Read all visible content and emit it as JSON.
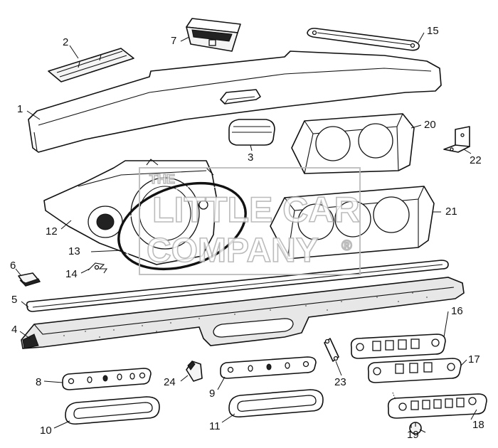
{
  "diagram": {
    "watermark": {
      "line1": "THE",
      "line2": "LITTLE CAR",
      "line3": "COMPANY",
      "mark": "®"
    },
    "callouts": [
      {
        "id": "1",
        "label": "1"
      },
      {
        "id": "2",
        "label": "2"
      },
      {
        "id": "3",
        "label": "3"
      },
      {
        "id": "4",
        "label": "4"
      },
      {
        "id": "5",
        "label": "5"
      },
      {
        "id": "6",
        "label": "6"
      },
      {
        "id": "7",
        "label": "7"
      },
      {
        "id": "8",
        "label": "8"
      },
      {
        "id": "9",
        "label": "9"
      },
      {
        "id": "10",
        "label": "10"
      },
      {
        "id": "11",
        "label": "11"
      },
      {
        "id": "12",
        "label": "12"
      },
      {
        "id": "13",
        "label": "13"
      },
      {
        "id": "14",
        "label": "14"
      },
      {
        "id": "15",
        "label": "15"
      },
      {
        "id": "16",
        "label": "16"
      },
      {
        "id": "17",
        "label": "17"
      },
      {
        "id": "18",
        "label": "18"
      },
      {
        "id": "19",
        "label": "19"
      },
      {
        "id": "20",
        "label": "20"
      },
      {
        "id": "21",
        "label": "21"
      },
      {
        "id": "22",
        "label": "22"
      },
      {
        "id": "23",
        "label": "23"
      },
      {
        "id": "24",
        "label": "24"
      }
    ]
  }
}
